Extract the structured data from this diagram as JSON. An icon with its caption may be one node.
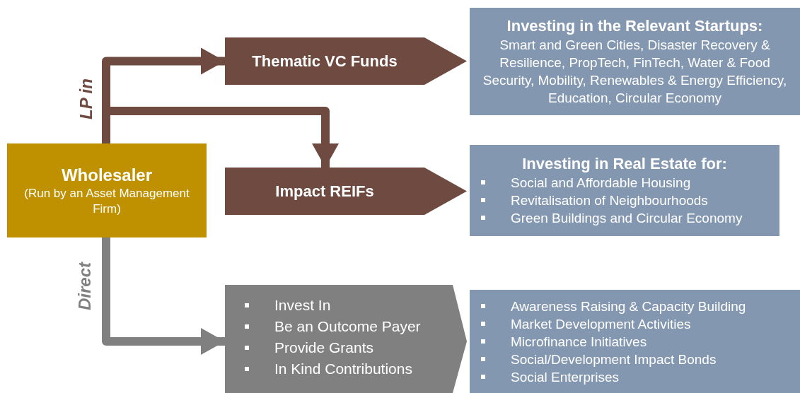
{
  "diagram": {
    "nodes": [
      {
        "text": [
          "Wholesaler",
          "(Run by an Asset Management Firm)"
        ]
      },
      {
        "text": [
          "Thematic VC Funds"
        ]
      },
      {
        "text": [
          "Impact REIFs"
        ]
      },
      {
        "text": [
          "Invest In",
          "Be an Outcome Payer",
          "Provide Grants",
          "In Kind Contributions"
        ]
      },
      {
        "text": [
          "Investing in the Relevant Startups:",
          "Smart and Green Cities, Disaster Recovery & Resilience, PropTech, FinTech, Water & Food Security, Mobility, Renewables & Energy Efficiency, Education, Circular Economy"
        ]
      },
      {
        "text": [
          "Investing in Real Estate for:",
          "Social and Affordable Housing",
          "Revitalisation of Neighbourhoods",
          "Green Buildings and Circular Economy"
        ]
      },
      {
        "text": [
          "Awareness Raising & Capacity Building",
          "Market Development Activities",
          "Microfinance Initiatives",
          "Social/Development Impact Bonds",
          "Social Enterprises"
        ]
      }
    ],
    "edges": [
      {
        "from": 0,
        "to": 1,
        "arrow": "to",
        "label": "LP in"
      },
      {
        "from": 0,
        "to": 2,
        "arrow": "to"
      },
      {
        "from": 0,
        "to": 3,
        "arrow": "to",
        "label": "Direct",
        "color": "#808080"
      }
    ]
  }
}
